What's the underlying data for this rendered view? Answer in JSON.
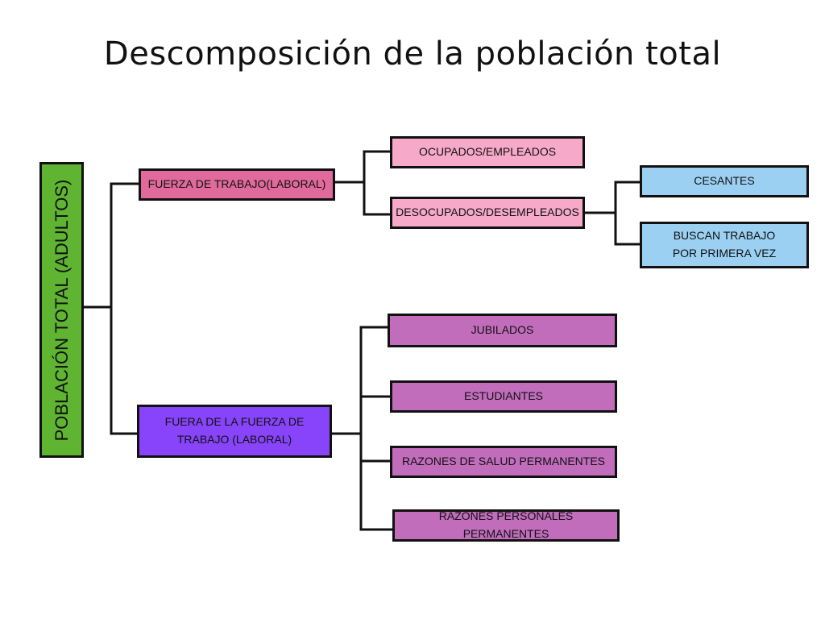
{
  "title": "Descomposición de la población total",
  "root": {
    "label": "POBLACIÓN TOTAL (ADULTOS)",
    "color": "#5fb532"
  },
  "branches": {
    "fuerza_trabajo": {
      "label": "FUERZA DE TRABAJO(LABORAL)",
      "color": "#e06a9b",
      "children": {
        "ocupados": {
          "label": "OCUPADOS/EMPLEADOS",
          "color": "#f6a9c8"
        },
        "desocupados": {
          "label": "DESOCUPADOS/DESEMPLEADOS",
          "color": "#f6a9c8",
          "children": {
            "cesantes": {
              "label": "CESANTES",
              "color": "#9bd0f3"
            },
            "buscan_line1": "BUSCAN TRABAJO",
            "buscan_line2": "POR PRIMERA VEZ",
            "buscan_color": "#9bd0f3"
          }
        }
      }
    },
    "fuera_fuerza": {
      "label_line1": "FUERA DE LA FUERZA DE",
      "label_line2": "TRABAJO (LABORAL)",
      "color": "#8844fa",
      "children": {
        "jubilados": {
          "label": "JUBILADOS",
          "color": "#c16dbc"
        },
        "estudiantes": {
          "label": "ESTUDIANTES",
          "color": "#c16dbc"
        },
        "salud": {
          "label": "RAZONES DE SALUD PERMANENTES",
          "color": "#c16dbc"
        },
        "personales": {
          "label": "RAZONES PERSONALES PERMANENTES",
          "color": "#c16dbc"
        }
      }
    }
  }
}
